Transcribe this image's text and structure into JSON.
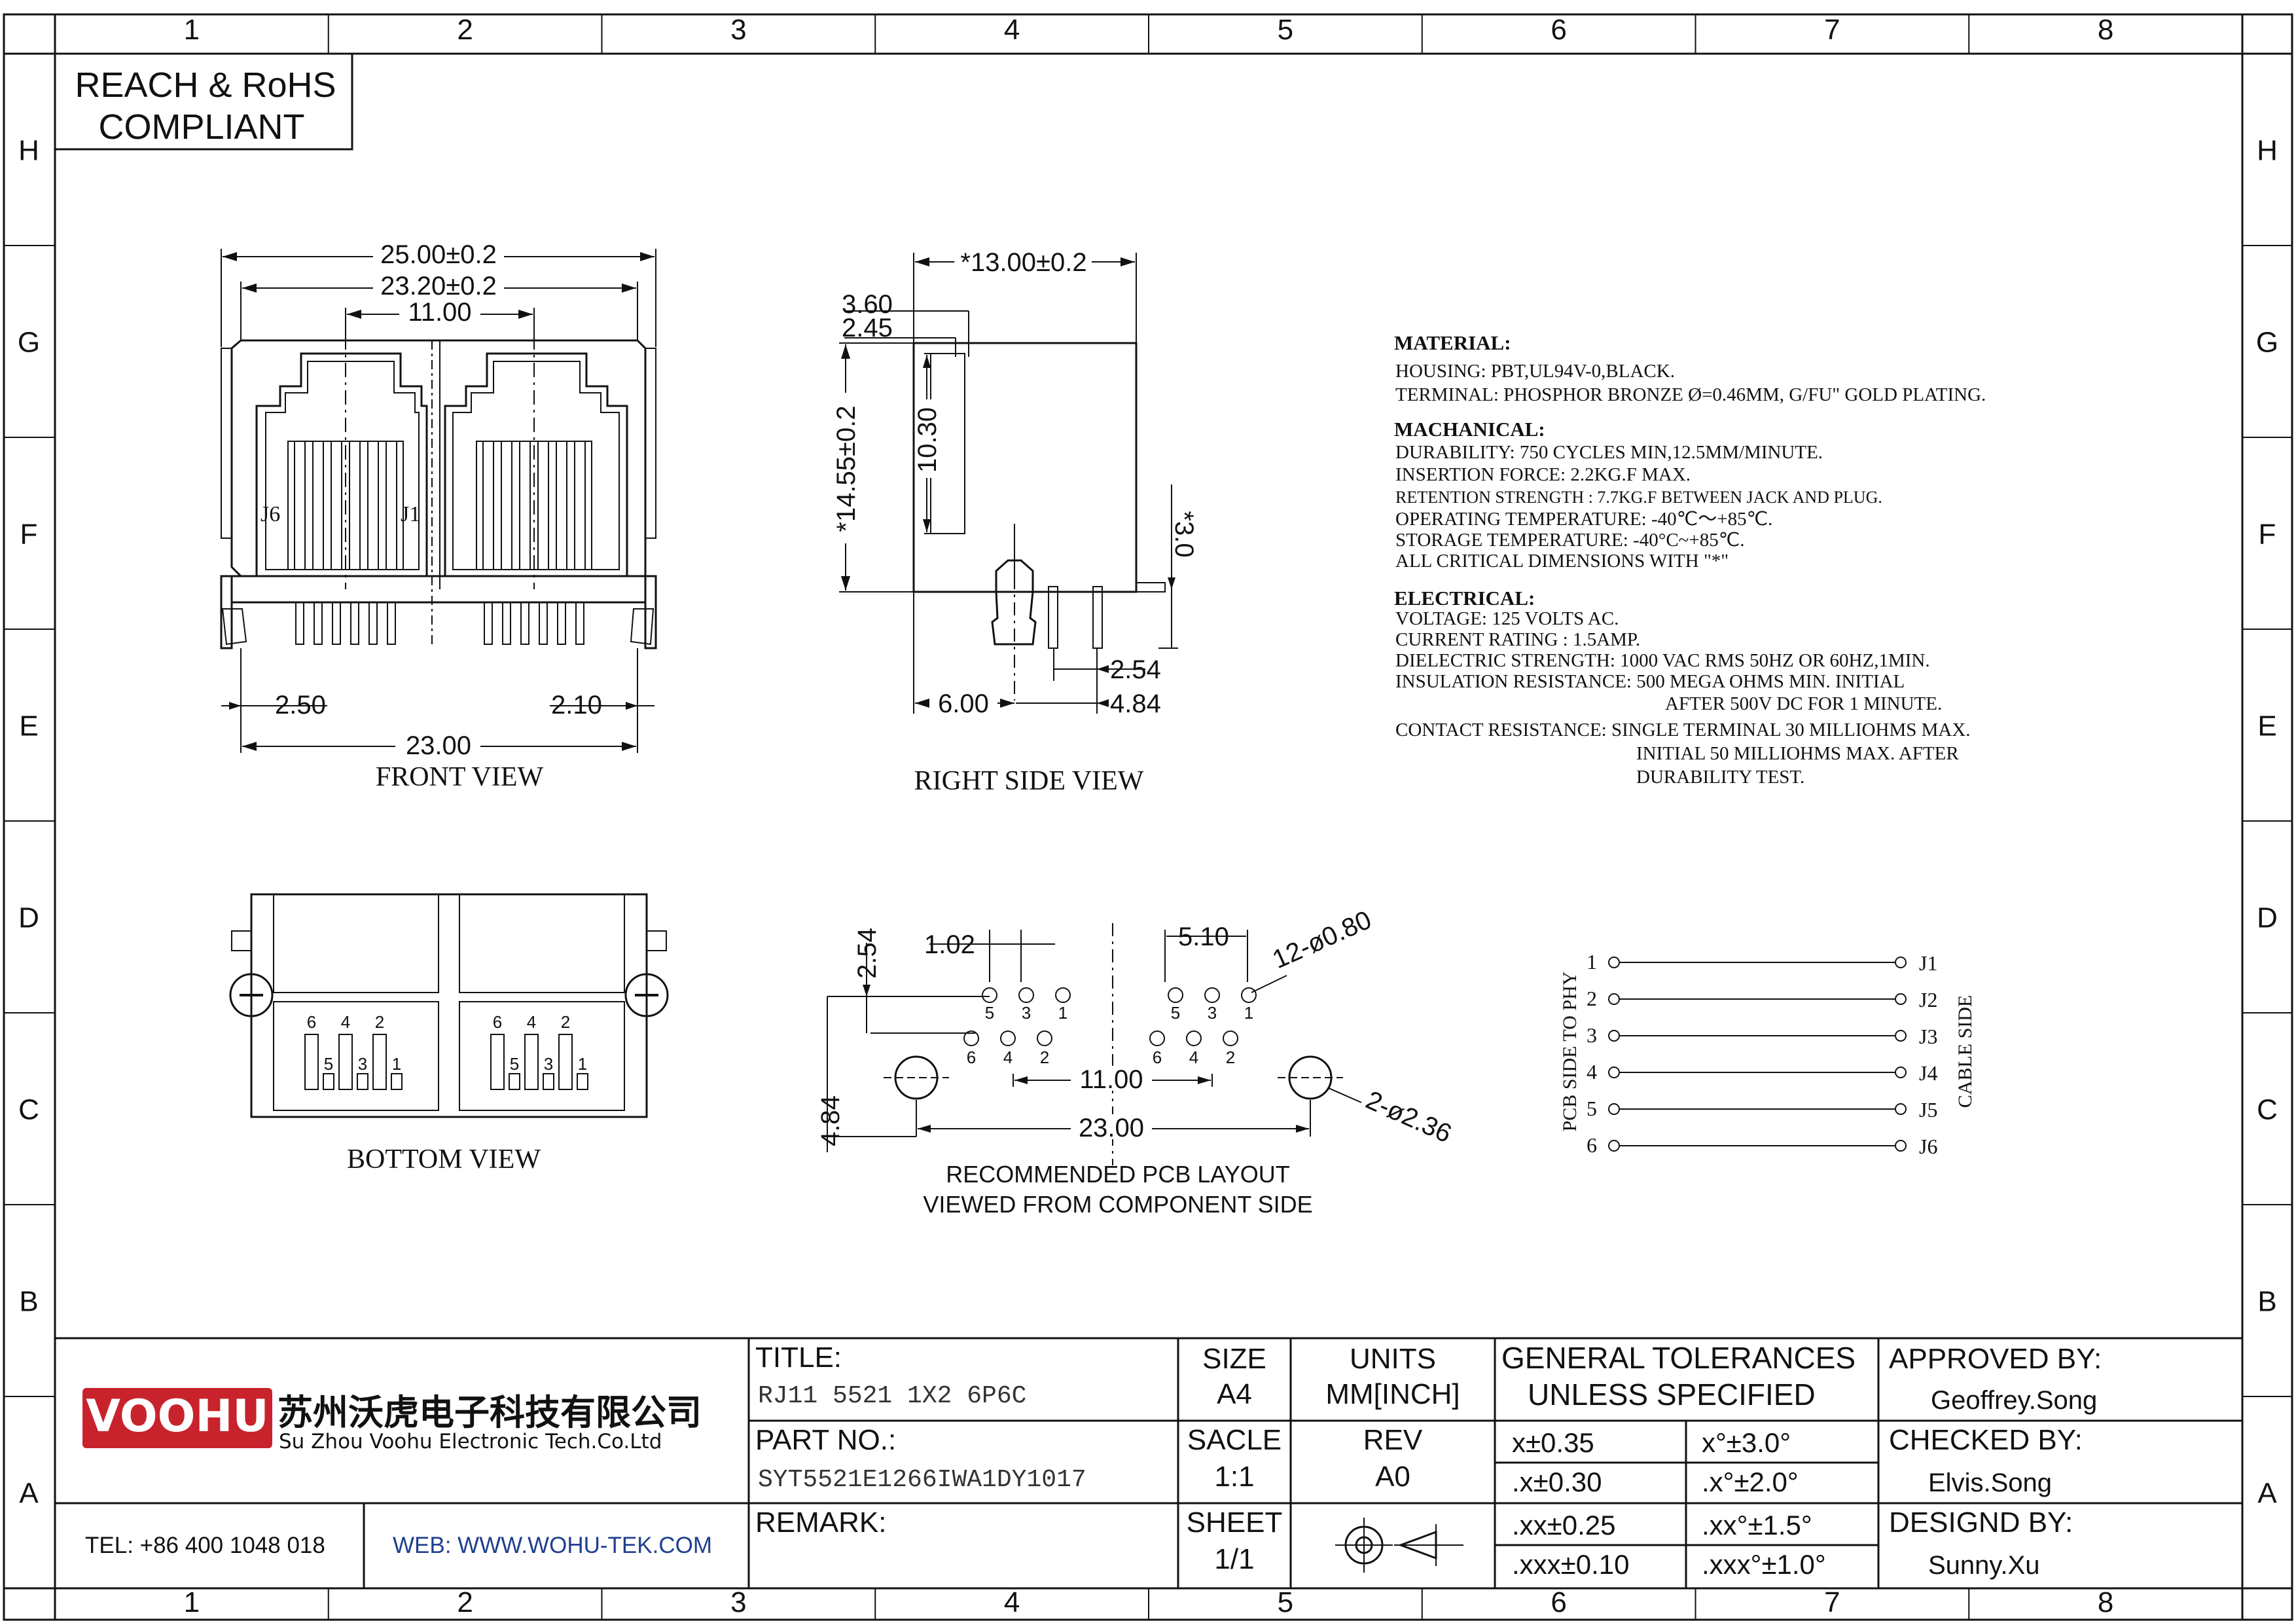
{
  "zones": {
    "columns": [
      "1",
      "2",
      "3",
      "4",
      "5",
      "6",
      "7",
      "8"
    ],
    "rows": [
      "H",
      "G",
      "F",
      "E",
      "D",
      "C",
      "B",
      "A"
    ]
  },
  "compliance": {
    "line1": "REACH & RoHS",
    "line2": "COMPLIANT"
  },
  "front_view": {
    "title": "FRONT VIEW",
    "dim_total": "25.00±0.2",
    "dim_inner": "23.20±0.2",
    "dim_pitch": "11.00",
    "dim_left": "2.50",
    "dim_right": "2.10",
    "dim_bottom": "23.00",
    "label_j6": "J6",
    "label_j1": "J1"
  },
  "side_view": {
    "title": "RIGHT SIDE VIEW",
    "dim_depth": "*13.00±0.2",
    "dim_a": "3.60",
    "dim_b": "2.45",
    "dim_height": "*14.55±0.2",
    "dim_slot": "10.30",
    "dim_pin": "*3.0",
    "dim_pitch": "2.54",
    "dim_post": "6.00",
    "dim_offset": "4.84"
  },
  "bottom_view": {
    "title": "BOTTOM VIEW",
    "pins_top": [
      "6",
      "4",
      "2"
    ],
    "pins_bottom": [
      "5",
      "3",
      "1"
    ]
  },
  "pcb_layout": {
    "caption1": "RECOMMENDED PCB LAYOUT",
    "caption2": "VIEWED FROM COMPONENT SIDE",
    "dim_row": "2.54",
    "dim_pitch": "1.02",
    "dim_span": "5.10",
    "dim_holes": "12-ø0.80",
    "dim_centers": "11.00",
    "dim_posts": "23.00",
    "dim_posts_dia": "2-ø2.36",
    "dim_offset": "4.84",
    "pins_upper": [
      "5",
      "3",
      "1"
    ],
    "pins_lower": [
      "6",
      "4",
      "2"
    ]
  },
  "specs": {
    "material_head": "MATERIAL:",
    "material": [
      "HOUSING: PBT,UL94V-0,BLACK.",
      "TERMINAL: PHOSPHOR BRONZE Ø=0.46MM, G/FU\" GOLD PLATING."
    ],
    "mechanical_head": "MACHANICAL:",
    "mechanical": [
      "DURABILITY: 750 CYCLES MIN,12.5MM/MINUTE.",
      "INSERTION FORCE: 2.2KG.F MAX.",
      "RETENTION STRENGTH : 7.7KG.F BETWEEN JACK AND PLUG.",
      "OPERATING TEMPERATURE: -40℃～+85℃.",
      "STORAGE TEMPERATURE: -40°C~+85℃.",
      "ALL CRITICAL DIMENSIONS WITH \"*\""
    ],
    "electrical_head": "ELECTRICAL:",
    "electrical": [
      "VOLTAGE: 125 VOLTS AC.",
      "CURRENT RATING : 1.5AMP.",
      "DIELECTRIC STRENGTH: 1000 VAC RMS 50HZ OR 60HZ,1MIN.",
      "INSULATION RESISTANCE: 500 MEGA OHMS MIN. INITIAL",
      "AFTER 500V DC FOR 1 MINUTE.",
      "CONTACT RESISTANCE: SINGLE TERMINAL 30 MILLIOHMS MAX.",
      "INITIAL 50 MILLIOHMS MAX. AFTER",
      "DURABILITY TEST."
    ]
  },
  "schematic": {
    "left_label": "PCB SIDE TO PHY",
    "right_label": "CABLE SIDE",
    "left_pins": [
      "1",
      "2",
      "3",
      "4",
      "5",
      "6"
    ],
    "right_pins": [
      "J1",
      "J2",
      "J3",
      "J4",
      "J5",
      "J6"
    ]
  },
  "title_block": {
    "logo": "VOOHU",
    "company_cn": "苏州沃虎电子科技有限公司",
    "company_en": "Su Zhou Voohu Electronic Tech.Co.Ltd",
    "tel": "TEL: +86 400 1048 018",
    "web": "WEB: WWW.WOHU-TEK.COM",
    "title_label": "TITLE:",
    "title_value": "RJ11 5521 1X2 6P6C",
    "part_label": "PART NO.:",
    "part_value": "SYT5521E1266IWA1DY1017",
    "remark_label": "REMARK:",
    "size_label": "SIZE",
    "size_value": "A4",
    "units_label": "UNITS",
    "units_value": "MM[INCH]",
    "scale_label": "SACLE",
    "scale_value": "1:1",
    "rev_label": "REV",
    "rev_value": "A0",
    "sheet_label": "SHEET",
    "sheet_value": "1/1",
    "tol_head1": "GENERAL TOLERANCES",
    "tol_head2": "UNLESS SPECIFIED",
    "tolerances": [
      [
        "x±0.35",
        "x°±3.0°"
      ],
      [
        ".x±0.30",
        ".x°±2.0°"
      ],
      [
        ".xx±0.25",
        ".xx°±1.5°"
      ],
      [
        ".xxx±0.10",
        ".xxx°±1.0°"
      ]
    ],
    "approved_label": "APPROVED BY:",
    "approved_value": "Geoffrey.Song",
    "checked_label": "CHECKED BY:",
    "checked_value": "Elvis.Song",
    "designed_label": "DESIGND BY:",
    "designed_value": "Sunny.Xu"
  }
}
